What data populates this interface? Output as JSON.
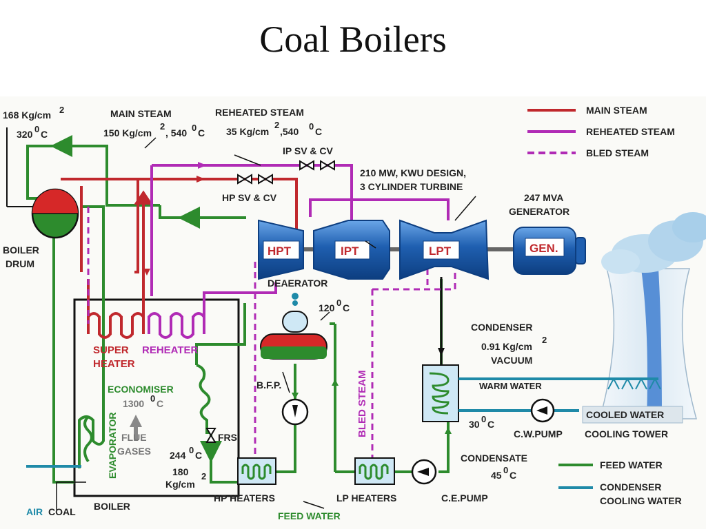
{
  "title": "Coal Boilers",
  "colors": {
    "main_steam": "#c0282d",
    "reheated_steam": "#b02bb5",
    "feed_water": "#2d8b2d",
    "cooling_water": "#1f8aa8",
    "turbine": "#1f5fb0"
  },
  "legend": {
    "main_steam": "MAIN STEAM",
    "reheated_steam": "REHEATED STEAM",
    "bled_steam": "BLED STEAM",
    "feed_water": "FEED WATER",
    "condenser_cooling_water_1": "CONDENSER",
    "condenser_cooling_water_2": "COOLING WATER"
  },
  "labels": {
    "drum_pressure": "168 Kg/cm",
    "drum_pressure_sup": "2",
    "drum_temp": "320",
    "drum_temp_sup": "0",
    "drum_temp_unit": "C",
    "main_steam_title": "MAIN STEAM",
    "main_steam_value_a": "150 Kg/cm",
    "main_steam_value_sup": "2",
    "main_steam_value_b": ", 540",
    "main_steam_value_sup2": "0",
    "main_steam_value_c": "C",
    "reheated_title": "REHEATED STEAM",
    "reheated_value_a": "35 Kg/cm",
    "reheated_value_sup": "2",
    "reheated_value_b": ",540",
    "reheated_value_sup2": "0",
    "reheated_value_c": "C",
    "ip_valve": "IP SV & CV",
    "hp_valve": "HP SV & CV",
    "turbine_desc_1": "210 MW, KWU DESIGN,",
    "turbine_desc_2": "3 CYLINDER TURBINE",
    "generator_desc_1": "247 MVA",
    "generator_desc_2": "GENERATOR",
    "hpt": "HPT",
    "ipt": "IPT",
    "lpt": "LPT",
    "gen": "GEN.",
    "boiler_drum_1": "BOILER",
    "boiler_drum_2": "DRUM",
    "deaerator": "DEAERATOR",
    "deaerator_temp": "120",
    "deaerator_temp_sup": "0",
    "deaerator_temp_unit": "C",
    "super_heater_1": "SUPER",
    "super_heater_2": "HEATER",
    "reheater": "REHEATER",
    "economiser": "ECONOMISER",
    "furnace_temp": "1300",
    "furnace_temp_sup": "0",
    "furnace_temp_unit": "C",
    "flue_gases_1": "FLUE",
    "flue_gases_2": "GASES",
    "evaporator": "EVAPORATOR",
    "frs": "FRS",
    "fw_temp": "244",
    "fw_temp_sup": "0",
    "fw_temp_unit": "C",
    "fw_pressure_1": "180",
    "fw_pressure_2": "Kg/cm",
    "fw_pressure_sup": "2",
    "bfp": "B.F.P.",
    "bled_steam_vertical": "BLED STEAM",
    "condenser": "CONDENSER",
    "condenser_pressure": "0.91 Kg/cm",
    "condenser_pressure_sup": "2",
    "condenser_vacuum": "VACUUM",
    "warm_water": "WARM WATER",
    "cooled_water": "COOLED WATER",
    "cooling_water_temp": "30",
    "cooling_water_temp_sup": "0",
    "cooling_water_temp_unit": "C",
    "cw_pump": "C.W.PUMP",
    "cooling_tower": "COOLING TOWER",
    "condensate": "CONDENSATE",
    "condensate_temp": "45",
    "condensate_temp_sup": "0",
    "condensate_temp_unit": "C",
    "hp_heaters": "HP HEATERS",
    "lp_heaters": "LP HEATERS",
    "ce_pump": "C.E.PUMP",
    "feed_water_bottom": "FEED WATER",
    "air": "AIR",
    "coal": "COAL",
    "boiler": "BOILER"
  }
}
